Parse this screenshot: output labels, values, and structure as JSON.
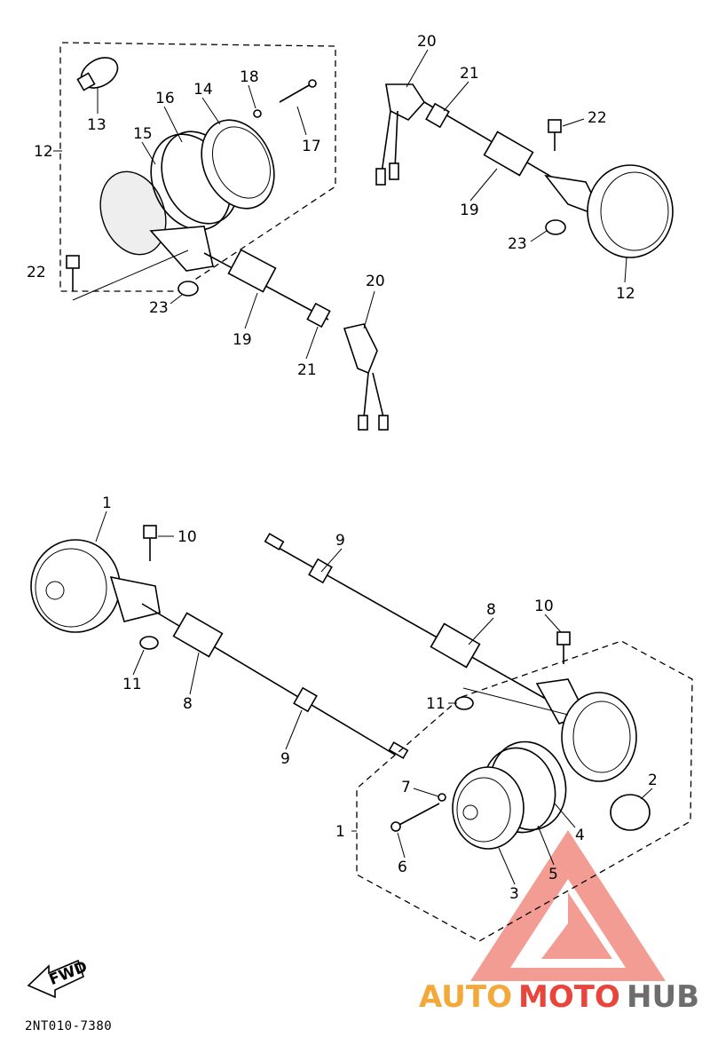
{
  "diagram_code": "2NT010-7380",
  "fwd_label": "FWD",
  "watermark": {
    "text_orange": "AUTO",
    "text_red": "MOTO",
    "text_grey": "HUB",
    "color_orange": "#f3a83a",
    "color_red": "#e8453c",
    "color_grey": "#6d6d6d"
  },
  "labels": {
    "p1a": "1",
    "p1b": "1",
    "p2": "2",
    "p3": "3",
    "p4": "4",
    "p5": "5",
    "p6": "6",
    "p7": "7",
    "p8a": "8",
    "p8b": "8",
    "p9a": "9",
    "p9b": "9",
    "p10a": "10",
    "p10b": "10",
    "p11a": "11",
    "p11b": "11",
    "p12a": "12",
    "p12b": "12",
    "p13": "13",
    "p14": "14",
    "p15": "15",
    "p16": "16",
    "p17": "17",
    "p18": "18",
    "p19a": "19",
    "p19b": "19",
    "p20a": "20",
    "p20b": "20",
    "p21a": "21",
    "p21b": "21",
    "p22a": "22",
    "p22b": "22",
    "p23a": "23",
    "p23b": "23"
  }
}
